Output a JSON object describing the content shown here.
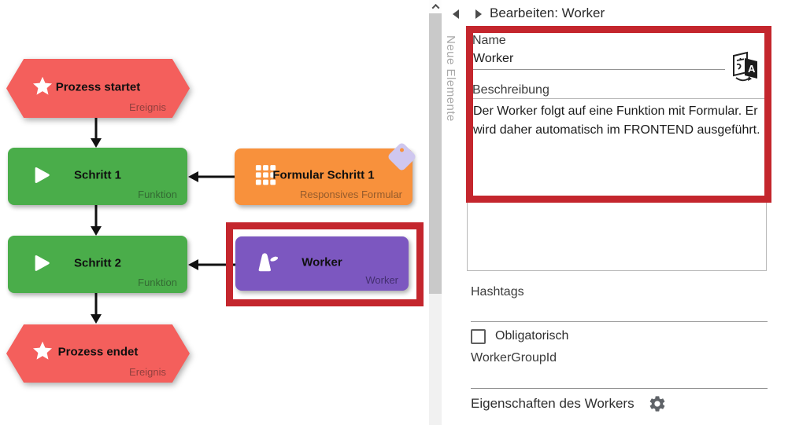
{
  "colors": {
    "highlight_red": "#c4262d",
    "event_node": "#f45f5c",
    "function_node": "#4aad4a",
    "form_node": "#f8913c",
    "worker_node": "#7c57c0"
  },
  "icons": {
    "event": "star-icon",
    "function": "play-icon",
    "form": "grid-icon",
    "worker": "worker-icon",
    "tag": "tag-icon",
    "translate": "translate-icon",
    "settings": "gear-icon",
    "scroll_up": "chevron-up-icon",
    "collapse": "triangle-left-icon",
    "expand": "triangle-right-icon"
  },
  "flowchart": {
    "nodes": [
      {
        "title": "Prozess startet",
        "type_label": "Ereignis"
      },
      {
        "title": "Schritt 1",
        "type_label": "Funktion"
      },
      {
        "title": "Formular Schritt 1",
        "type_label": "Responsives Formular"
      },
      {
        "title": "Schritt 2",
        "type_label": "Funktion"
      },
      {
        "title": "Worker",
        "type_label": "Worker"
      },
      {
        "title": "Prozess endet",
        "type_label": "Ereignis"
      }
    ]
  },
  "panel": {
    "tab_vertical": "Neue Elemente",
    "header": {
      "title": "Bearbeiten: Worker"
    },
    "fields": {
      "name": {
        "label": "Name",
        "value": "Worker"
      },
      "beschreibung": {
        "label": "Beschreibung",
        "value": "Der Worker folgt auf eine Funktion mit Formular. Er wird daher automatisch im FRONTEND ausgeführt."
      },
      "hashtags": {
        "label": "Hashtags",
        "value": ""
      },
      "obligatorisch": {
        "label": "Obligatorisch",
        "checked": false
      },
      "workergroupid": {
        "label": "WorkerGroupId",
        "value": ""
      },
      "eigenschaften": {
        "label": "Eigenschaften des Workers"
      }
    }
  }
}
